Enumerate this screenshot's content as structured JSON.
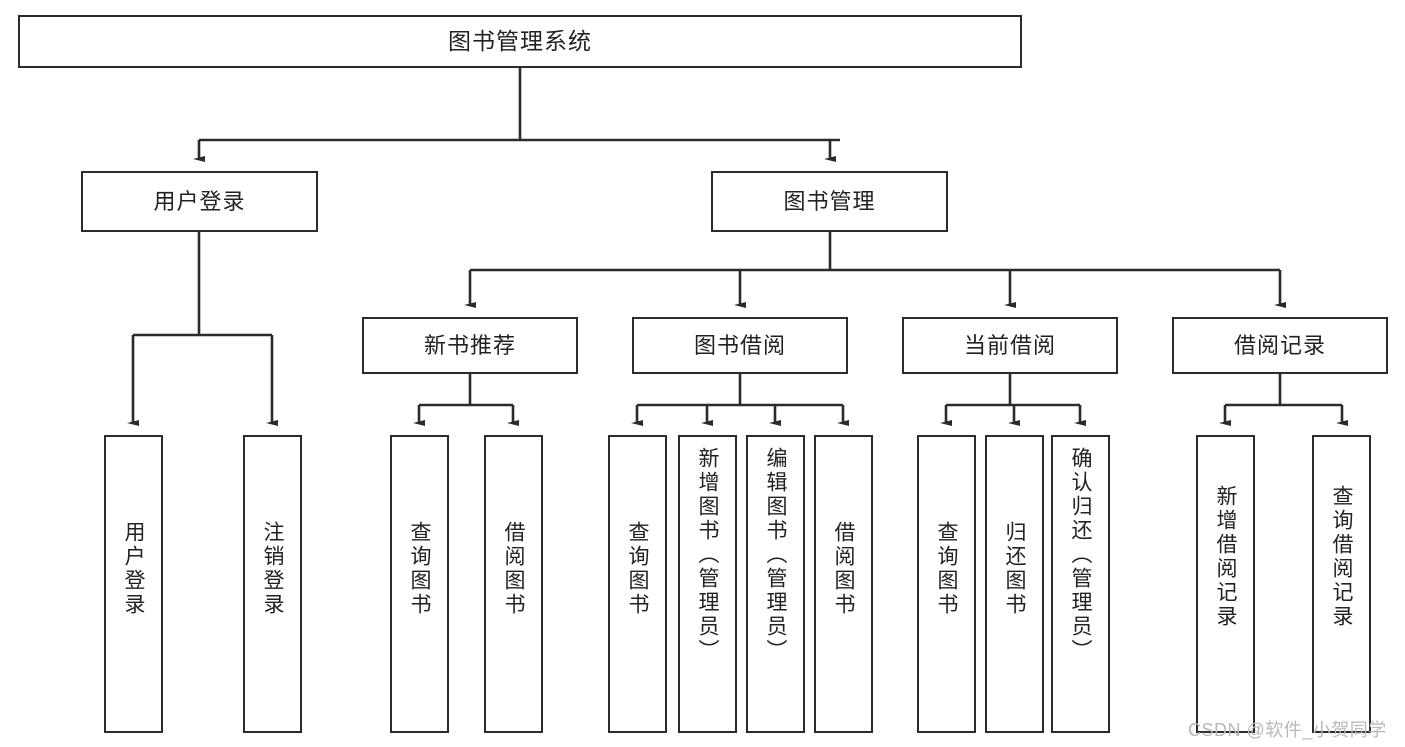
{
  "diagram": {
    "title": "图书管理系统",
    "type": "tree-hierarchy",
    "watermark": "CSDN @软件_小贺同学",
    "colors": {
      "stroke": "#2b2b2b",
      "fill": "#ffffff",
      "text": "#222222",
      "watermark": "#b9b9b9"
    }
  },
  "nodes": {
    "root": {
      "label": "图书管理系统"
    },
    "level2": [
      {
        "id": "user-login",
        "label": "用户登录"
      },
      {
        "id": "book-manage",
        "label": "图书管理"
      }
    ],
    "level3": [
      {
        "id": "new-book-recommend",
        "label": "新书推荐"
      },
      {
        "id": "book-borrow",
        "label": "图书借阅"
      },
      {
        "id": "current-borrow",
        "label": "当前借阅"
      },
      {
        "id": "borrow-record",
        "label": "借阅记录"
      }
    ],
    "leaves": {
      "user_login": [
        {
          "id": "leaf-user-login",
          "label": "用户登录"
        },
        {
          "id": "leaf-logout-login",
          "label": "注销登录"
        }
      ],
      "new_book_recommend": [
        {
          "id": "leaf-query-book-1",
          "label": "查询图书"
        },
        {
          "id": "leaf-borrow-book-1",
          "label": "借阅图书"
        }
      ],
      "book_borrow": [
        {
          "id": "leaf-query-book-2",
          "label": "查询图书"
        },
        {
          "id": "leaf-add-book",
          "label": "新增图书（管理员）"
        },
        {
          "id": "leaf-edit-book",
          "label": "编辑图书（管理员）"
        },
        {
          "id": "leaf-borrow-book-2",
          "label": "借阅图书"
        }
      ],
      "current_borrow": [
        {
          "id": "leaf-query-book-3",
          "label": "查询图书"
        },
        {
          "id": "leaf-return-book",
          "label": "归还图书"
        },
        {
          "id": "leaf-confirm-return",
          "label": "确认归还（管理员）"
        }
      ],
      "borrow_record": [
        {
          "id": "leaf-add-record",
          "label": "新增借阅记录"
        },
        {
          "id": "leaf-query-record",
          "label": "查询借阅记录"
        }
      ]
    }
  }
}
